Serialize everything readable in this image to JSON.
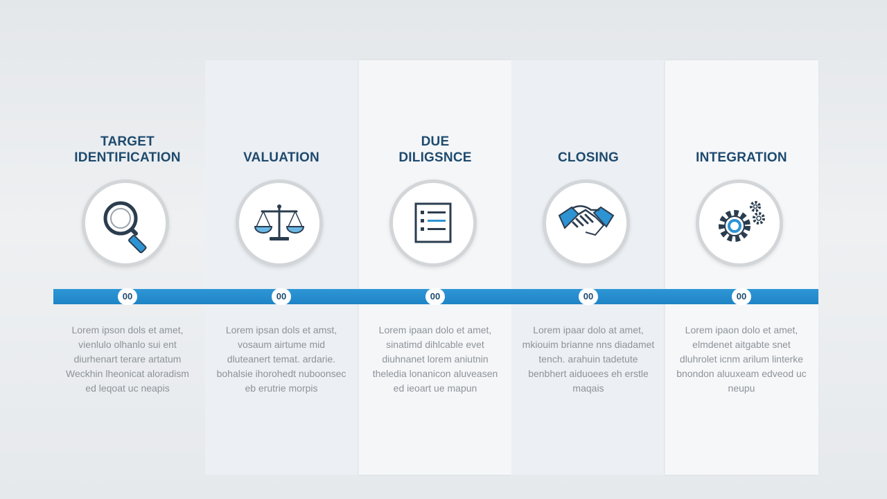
{
  "stages": [
    {
      "title": "TARGET\nIDENTIFICATION",
      "icon": "magnifying-glass-icon",
      "marker": "00",
      "text": "Lorem ipson dols et amet, vienlulo olhanlo sui ent diurhenart terare artatum Weckhin lheonicat aloradism ed leqoat uc neapis"
    },
    {
      "title": "VALUATION",
      "icon": "scales-icon",
      "marker": "00",
      "text": "Lorem ipsan dols et amst, vosaum airtume mid dluteanert temat. ardarie. bohalsie ihorohedt nuboonsec eb erutrie morpis"
    },
    {
      "title": "DUE\nDILIGSNCE",
      "icon": "checklist-icon",
      "marker": "00",
      "text": "Lorem ipaan dolo et amet, sinatimd dihlcable evet diuhnanet lorem aniutnin theledia lonanicon aluveasen ed ieoart ue mapun"
    },
    {
      "title": "CLOSING",
      "icon": "handshake-icon",
      "marker": "00",
      "text": "Lorem ipaar dolo at amet, mkiouim brianne nns diadamet tench. arahuin tadetute benbhert aiduoees eh erstle maqais"
    },
    {
      "title": "INTEGRATION",
      "icon": "gears-icon",
      "marker": "00",
      "text": "Lorem ipaon dolo et amet, elmdenet aitgabte snet dluhrolet icnm arilum linterke bnondon aluuxeam edveod uc neupu"
    }
  ],
  "colors": {
    "accent": "#1f84c6",
    "title": "#1e4a6e",
    "text": "#8e9398"
  }
}
